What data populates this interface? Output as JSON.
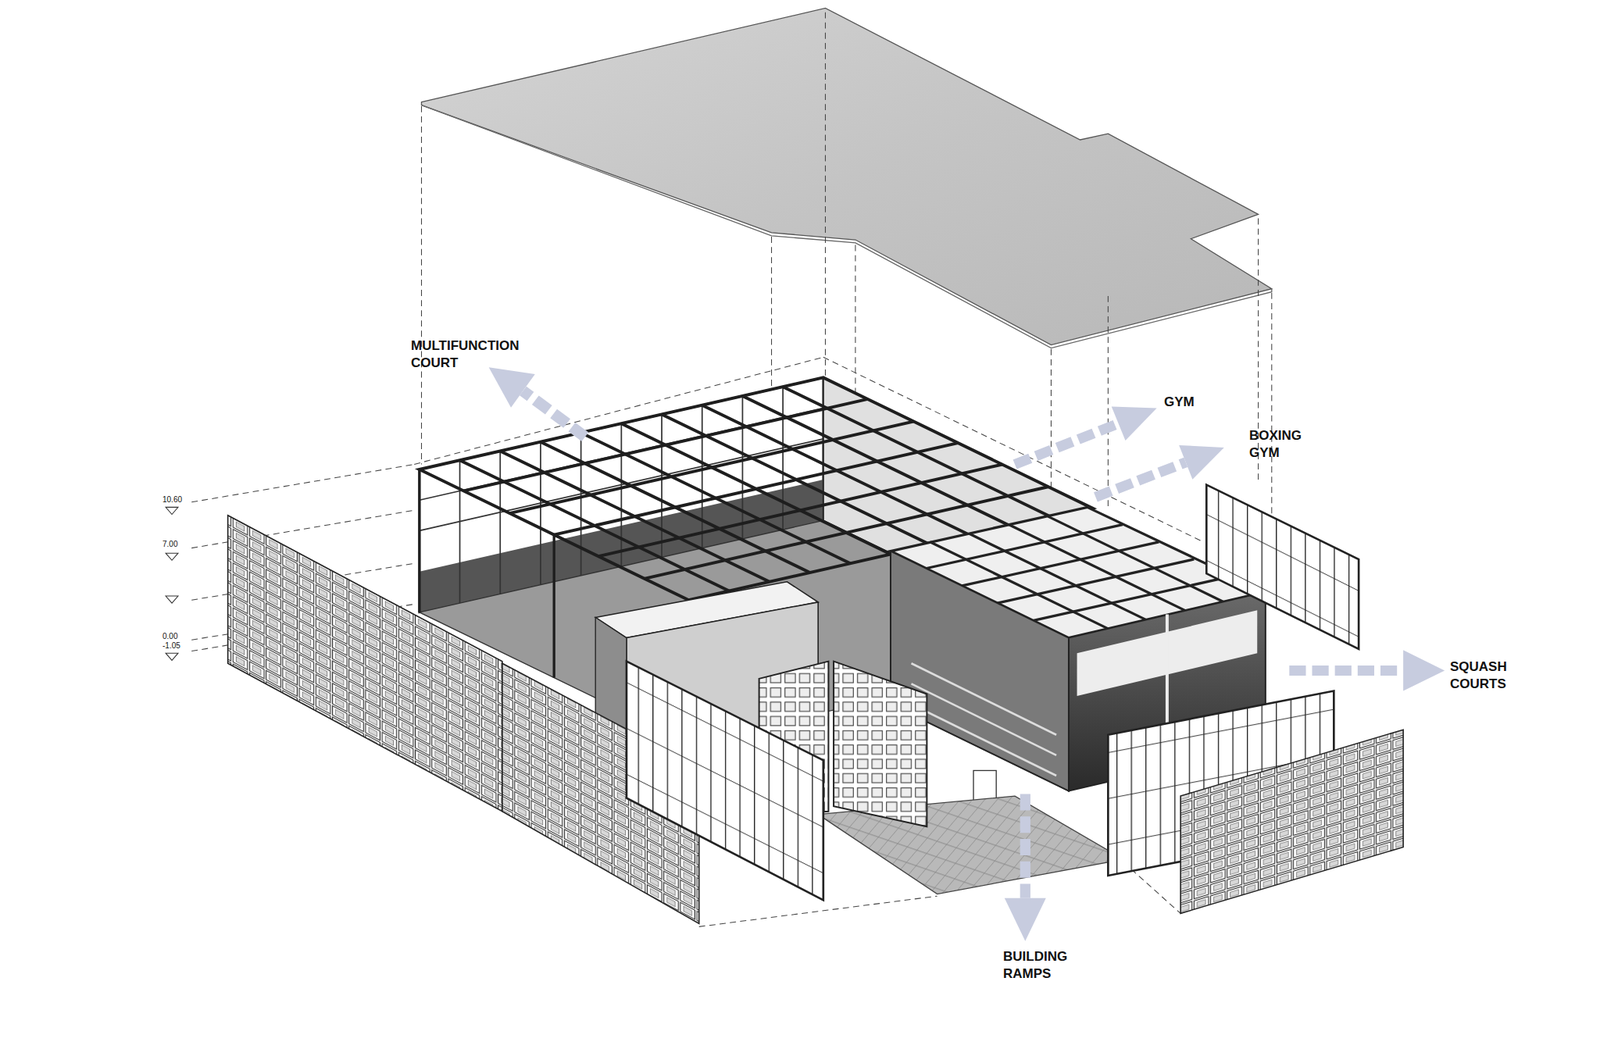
{
  "diagram": {
    "labels": [
      "MULTIFUNCTION COURT",
      "GYM",
      "BOXING GYM",
      "SQUASH COURTS",
      "BUILDING RAMPS",
      "10.60",
      "7.00",
      "0.00",
      "-1.05"
    ]
  }
}
